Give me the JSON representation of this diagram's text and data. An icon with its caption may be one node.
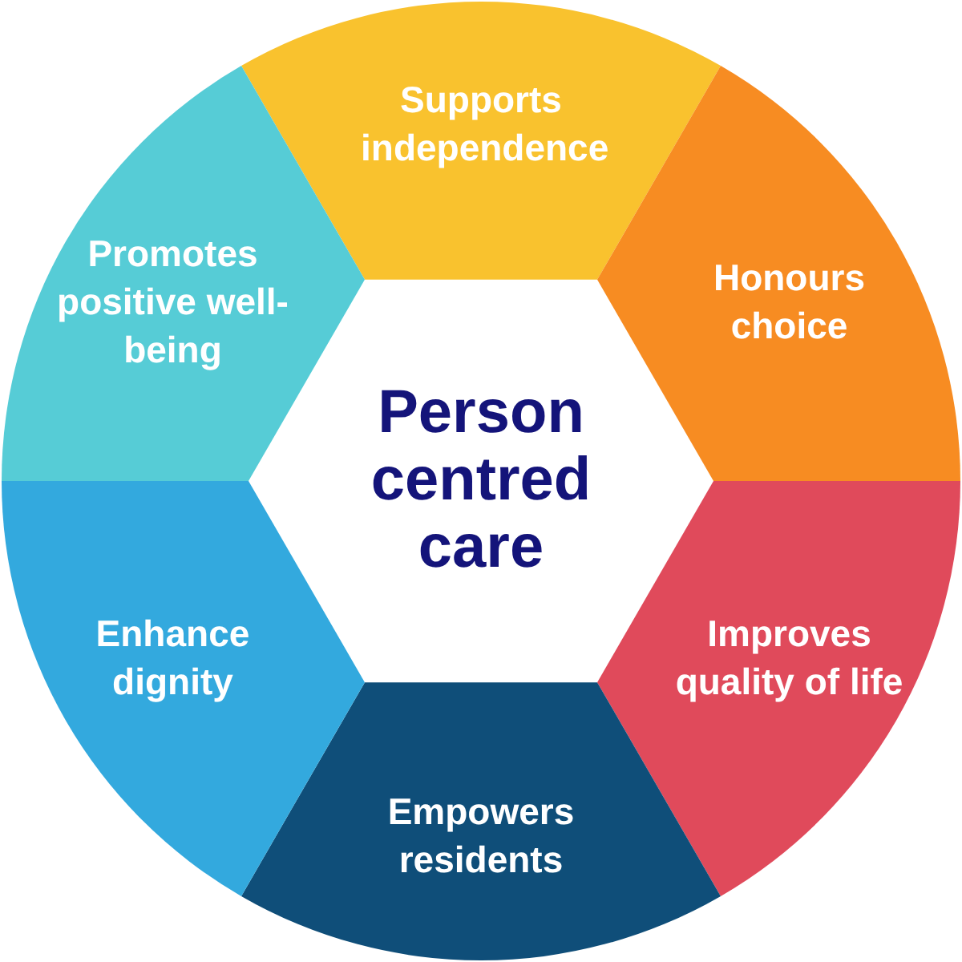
{
  "diagram": {
    "nodes": [
      {
        "text": [
          "Person centred care"
        ]
      },
      {
        "text": [
          "Supports independence"
        ]
      },
      {
        "text": [
          "Honours choice"
        ]
      },
      {
        "text": [
          "Improves quality of life"
        ]
      },
      {
        "text": [
          "Empowers residents"
        ]
      },
      {
        "text": [
          "Enhance dignity"
        ]
      },
      {
        "text": [
          "Promotes positive well-being"
        ]
      }
    ]
  }
}
